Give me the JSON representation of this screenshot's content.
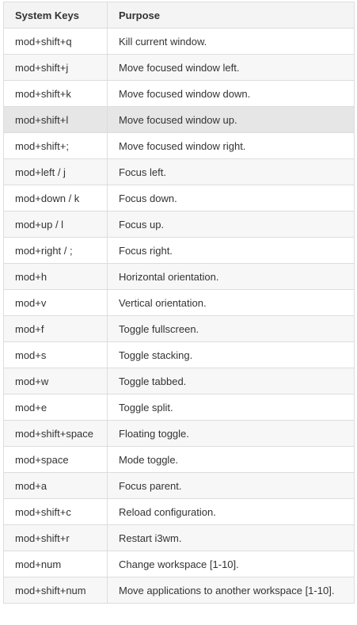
{
  "table": {
    "headers": [
      "System Keys",
      "Purpose"
    ],
    "rows": [
      [
        "mod+shift+q",
        "Kill current window."
      ],
      [
        "mod+shift+j",
        "Move focused window left."
      ],
      [
        "mod+shift+k",
        "Move focused window down."
      ],
      [
        "mod+shift+l",
        "Move focused window up."
      ],
      [
        "mod+shift+;",
        "Move focused window right."
      ],
      [
        "mod+left / j",
        "Focus left."
      ],
      [
        "mod+down / k",
        "Focus down."
      ],
      [
        "mod+up / l",
        "Focus up."
      ],
      [
        "mod+right / ;",
        "Focus right."
      ],
      [
        "mod+h",
        "Horizontal orientation."
      ],
      [
        "mod+v",
        "Vertical orientation."
      ],
      [
        "mod+f",
        "Toggle fullscreen."
      ],
      [
        "mod+s",
        "Toggle stacking."
      ],
      [
        "mod+w",
        "Toggle tabbed."
      ],
      [
        "mod+e",
        "Toggle split."
      ],
      [
        "mod+shift+space",
        "Floating toggle."
      ],
      [
        "mod+space",
        "Mode toggle."
      ],
      [
        "mod+a",
        "Focus parent."
      ],
      [
        "mod+shift+c",
        "Reload configuration."
      ],
      [
        "mod+shift+r",
        "Restart i3wm."
      ],
      [
        "mod+num",
        "Change workspace [1-10]."
      ],
      [
        "mod+shift+num",
        "Move applications to another workspace [1-10]."
      ]
    ],
    "hovered_row": 3
  },
  "colors": {
    "text": "#333333",
    "border": "#dddddd",
    "header_bg": "#f4f4f4",
    "stripe_bg": "#f7f7f7",
    "hover_bg": "#e6e6e6"
  }
}
